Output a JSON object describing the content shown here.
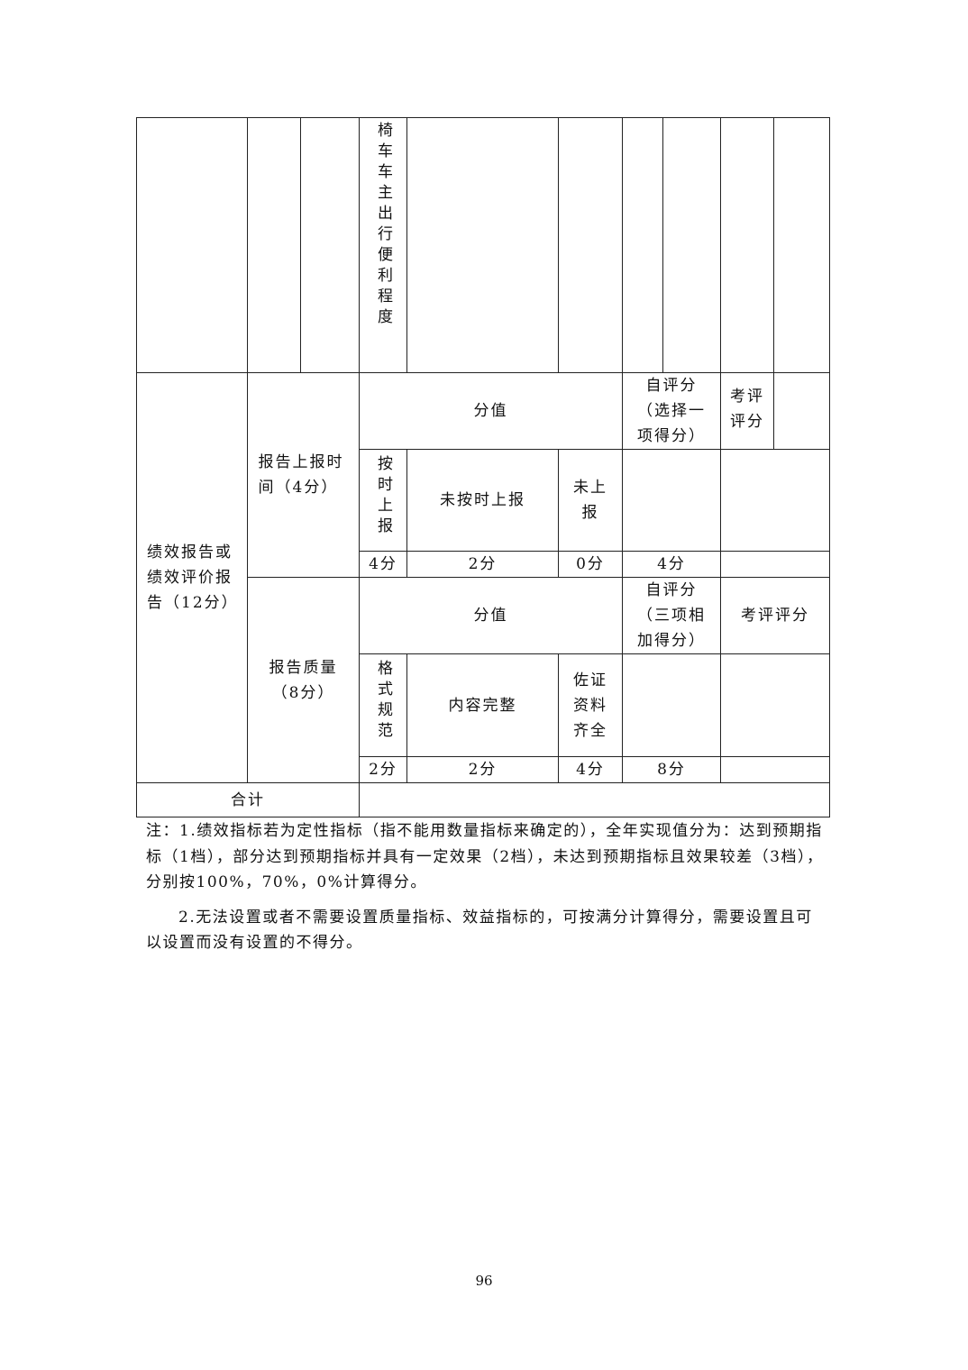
{
  "table": {
    "top_row_vertical_text": "椅车车主出行便利程度",
    "report_section_label": "绩效报告或绩效评价报告（12分）",
    "report_time": {
      "label": "报告上报时间（4分）",
      "score_header": "分值",
      "self_score_header": "自评分（选择一项得分）",
      "review_score_header": "考评评分",
      "options": [
        "按时上报",
        "未按时上报",
        "未上报"
      ],
      "points": [
        "4分",
        "2分",
        "0分"
      ],
      "self_score": "4分"
    },
    "report_quality": {
      "label": "报告质量（8分）",
      "score_header": "分值",
      "self_score_header": "自评分（三项相加得分）",
      "review_score_header": "考评评分",
      "options": [
        "格式规范",
        "内容完整",
        "佐证资料齐全"
      ],
      "points": [
        "2分",
        "2分",
        "4分"
      ],
      "self_score": "8分"
    },
    "total_label": "合计"
  },
  "notes": {
    "note1": "注：1.绩效指标若为定性指标（指不能用数量指标来确定的），全年实现值分为：达到预期指标（1档），部分达到预期指标并具有一定效果（2档），未达到预期指标且效果较差（3档），分别按100%，70%，0%计算得分。",
    "note2": "2.无法设置或者不需要设置质量指标、效益指标的，可按满分计算得分，需要设置且可以设置而没有设置的不得分。"
  },
  "page_number": "96"
}
